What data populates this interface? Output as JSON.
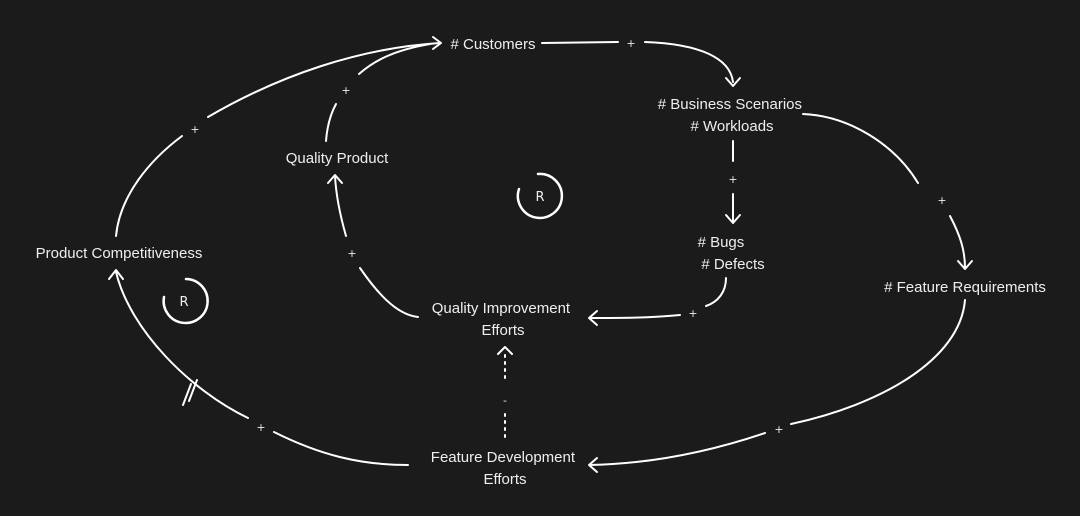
{
  "diagram": {
    "type": "causal-loop",
    "background": "#1b1b1b",
    "line_color": "#ffffff",
    "nodes": {
      "customers": {
        "label": "# Customers"
      },
      "business_scenarios": {
        "line1": "# Business Scenarios",
        "line2": "# Workloads"
      },
      "bugs_defects": {
        "line1": "# Bugs",
        "line2": "# Defects"
      },
      "feature_requirements": {
        "label": "# Feature Requirements"
      },
      "quality_improvement": {
        "line1": "Quality Improvement",
        "line2": "Efforts"
      },
      "feature_development": {
        "line1": "Feature Development",
        "line2": "Efforts"
      },
      "quality_product": {
        "label": "Quality Product"
      },
      "product_competitiveness": {
        "label": "Product Competitiveness"
      }
    },
    "links": [
      {
        "from": "customers",
        "to": "business_scenarios",
        "polarity": "+"
      },
      {
        "from": "business_scenarios",
        "to": "bugs_defects",
        "polarity": "+"
      },
      {
        "from": "business_scenarios",
        "to": "feature_requirements",
        "polarity": "+"
      },
      {
        "from": "bugs_defects",
        "to": "quality_improvement",
        "polarity": "+"
      },
      {
        "from": "feature_requirements",
        "to": "feature_development",
        "polarity": "+"
      },
      {
        "from": "feature_development",
        "to": "quality_improvement",
        "polarity": "-",
        "style": "dotted"
      },
      {
        "from": "quality_improvement",
        "to": "quality_product",
        "polarity": "+"
      },
      {
        "from": "quality_product",
        "to": "customers",
        "polarity": "+"
      },
      {
        "from": "feature_development",
        "to": "product_competitiveness",
        "polarity": "+",
        "delay": true
      },
      {
        "from": "product_competitiveness",
        "to": "customers",
        "polarity": "+"
      }
    ],
    "loops": [
      {
        "label": "R",
        "type": "reinforcing"
      },
      {
        "label": "R",
        "type": "reinforcing"
      }
    ]
  }
}
